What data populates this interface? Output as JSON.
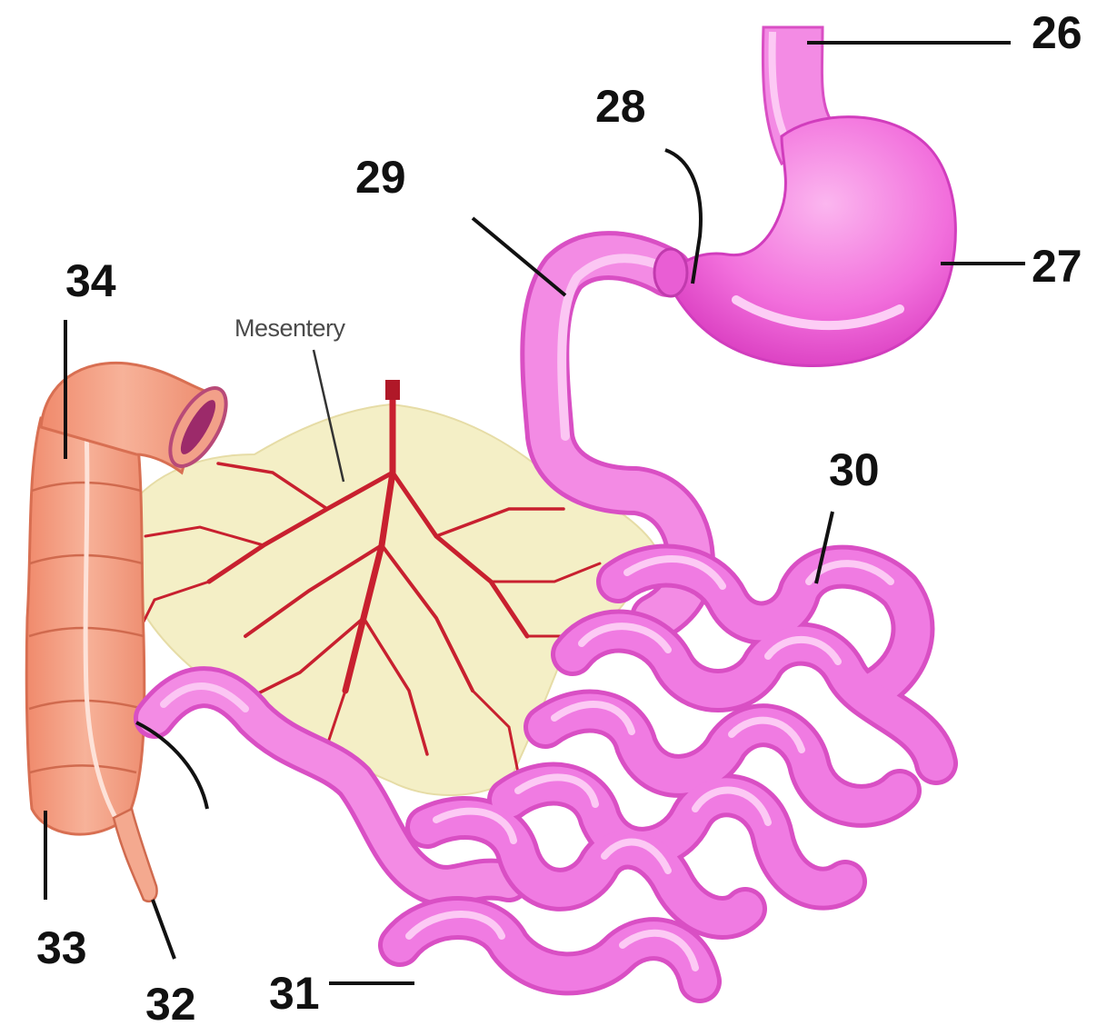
{
  "diagram": {
    "mesentery_label": "Mesentery",
    "labels": {
      "l26": "26",
      "l27": "27",
      "l28": "28",
      "l29": "29",
      "l30": "30",
      "l31": "31",
      "l32": "32",
      "l33": "33",
      "l34": "34"
    },
    "colors": {
      "stomach": "#f26fdc",
      "small_intestine": "#f07be2",
      "large_intestine": "#f5a48a",
      "mesentery": "#f4efc6",
      "vessels": "#c8202f",
      "label_text": "#111111"
    }
  }
}
